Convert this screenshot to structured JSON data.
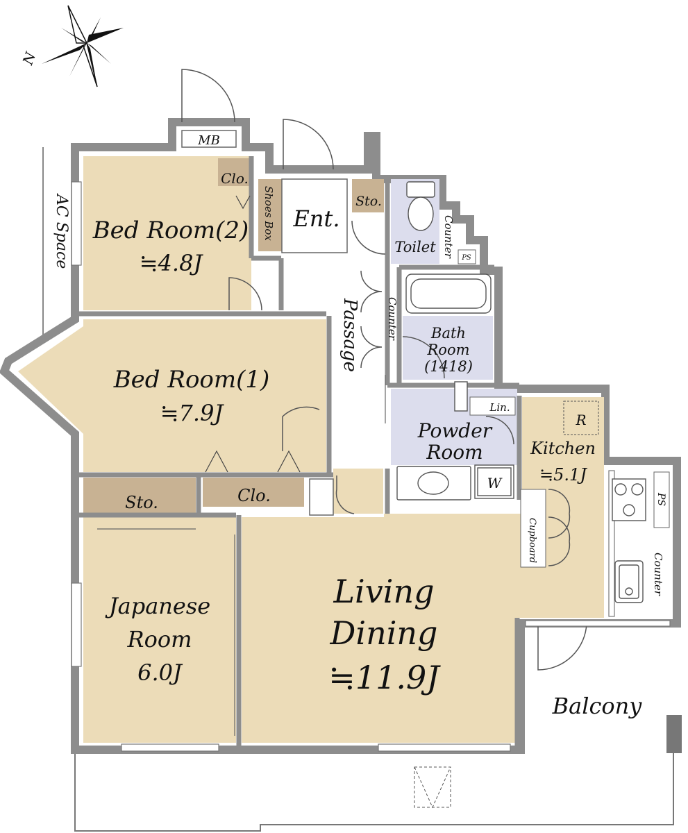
{
  "compass": {
    "label": "N",
    "icon": "north-arrow-icon"
  },
  "colors": {
    "room": "#ecdcb8",
    "storage": "#c8b293",
    "wet": "#dcdded",
    "wall": "#8d8d8d",
    "outline": "#666666"
  },
  "rooms": {
    "bedroom2": {
      "name": "Bed Room(2)",
      "size": "≒4.8J"
    },
    "bedroom1": {
      "name": "Bed Room(1)",
      "size": "≒7.9J"
    },
    "japanese": {
      "line1": "Japanese",
      "line2": "Room",
      "size": "6.0J"
    },
    "living": {
      "line1": "Living",
      "line2": "Dining",
      "size": "≒11.9J"
    },
    "kitchen": {
      "name": "Kitchen",
      "size": "≒5.1J"
    },
    "bath": {
      "line1": "Bath",
      "line2": "Room",
      "line3": "(1418)"
    },
    "powder": {
      "line1": "Powder",
      "line2": "Room"
    },
    "toilet": "Toilet",
    "entrance": "Ent.",
    "passage": "Passage",
    "balcony": "Balcony",
    "ac_space": "AC Space"
  },
  "labels": {
    "mb": "MB",
    "clo_top": "Clo.",
    "sto_top": "Sto.",
    "shoes_box": "Shoes Box",
    "counter_toilet": "Counter",
    "ps_toilet": "PS",
    "counter_passage": "Counter",
    "lin": "Lin.",
    "refrigerator": "R",
    "washer": "W",
    "sto_mid": "Sto.",
    "clo_mid": "Clo.",
    "cupboard": "Cupboard",
    "ps_kitchen": "PS",
    "counter_kitchen": "Counter"
  }
}
